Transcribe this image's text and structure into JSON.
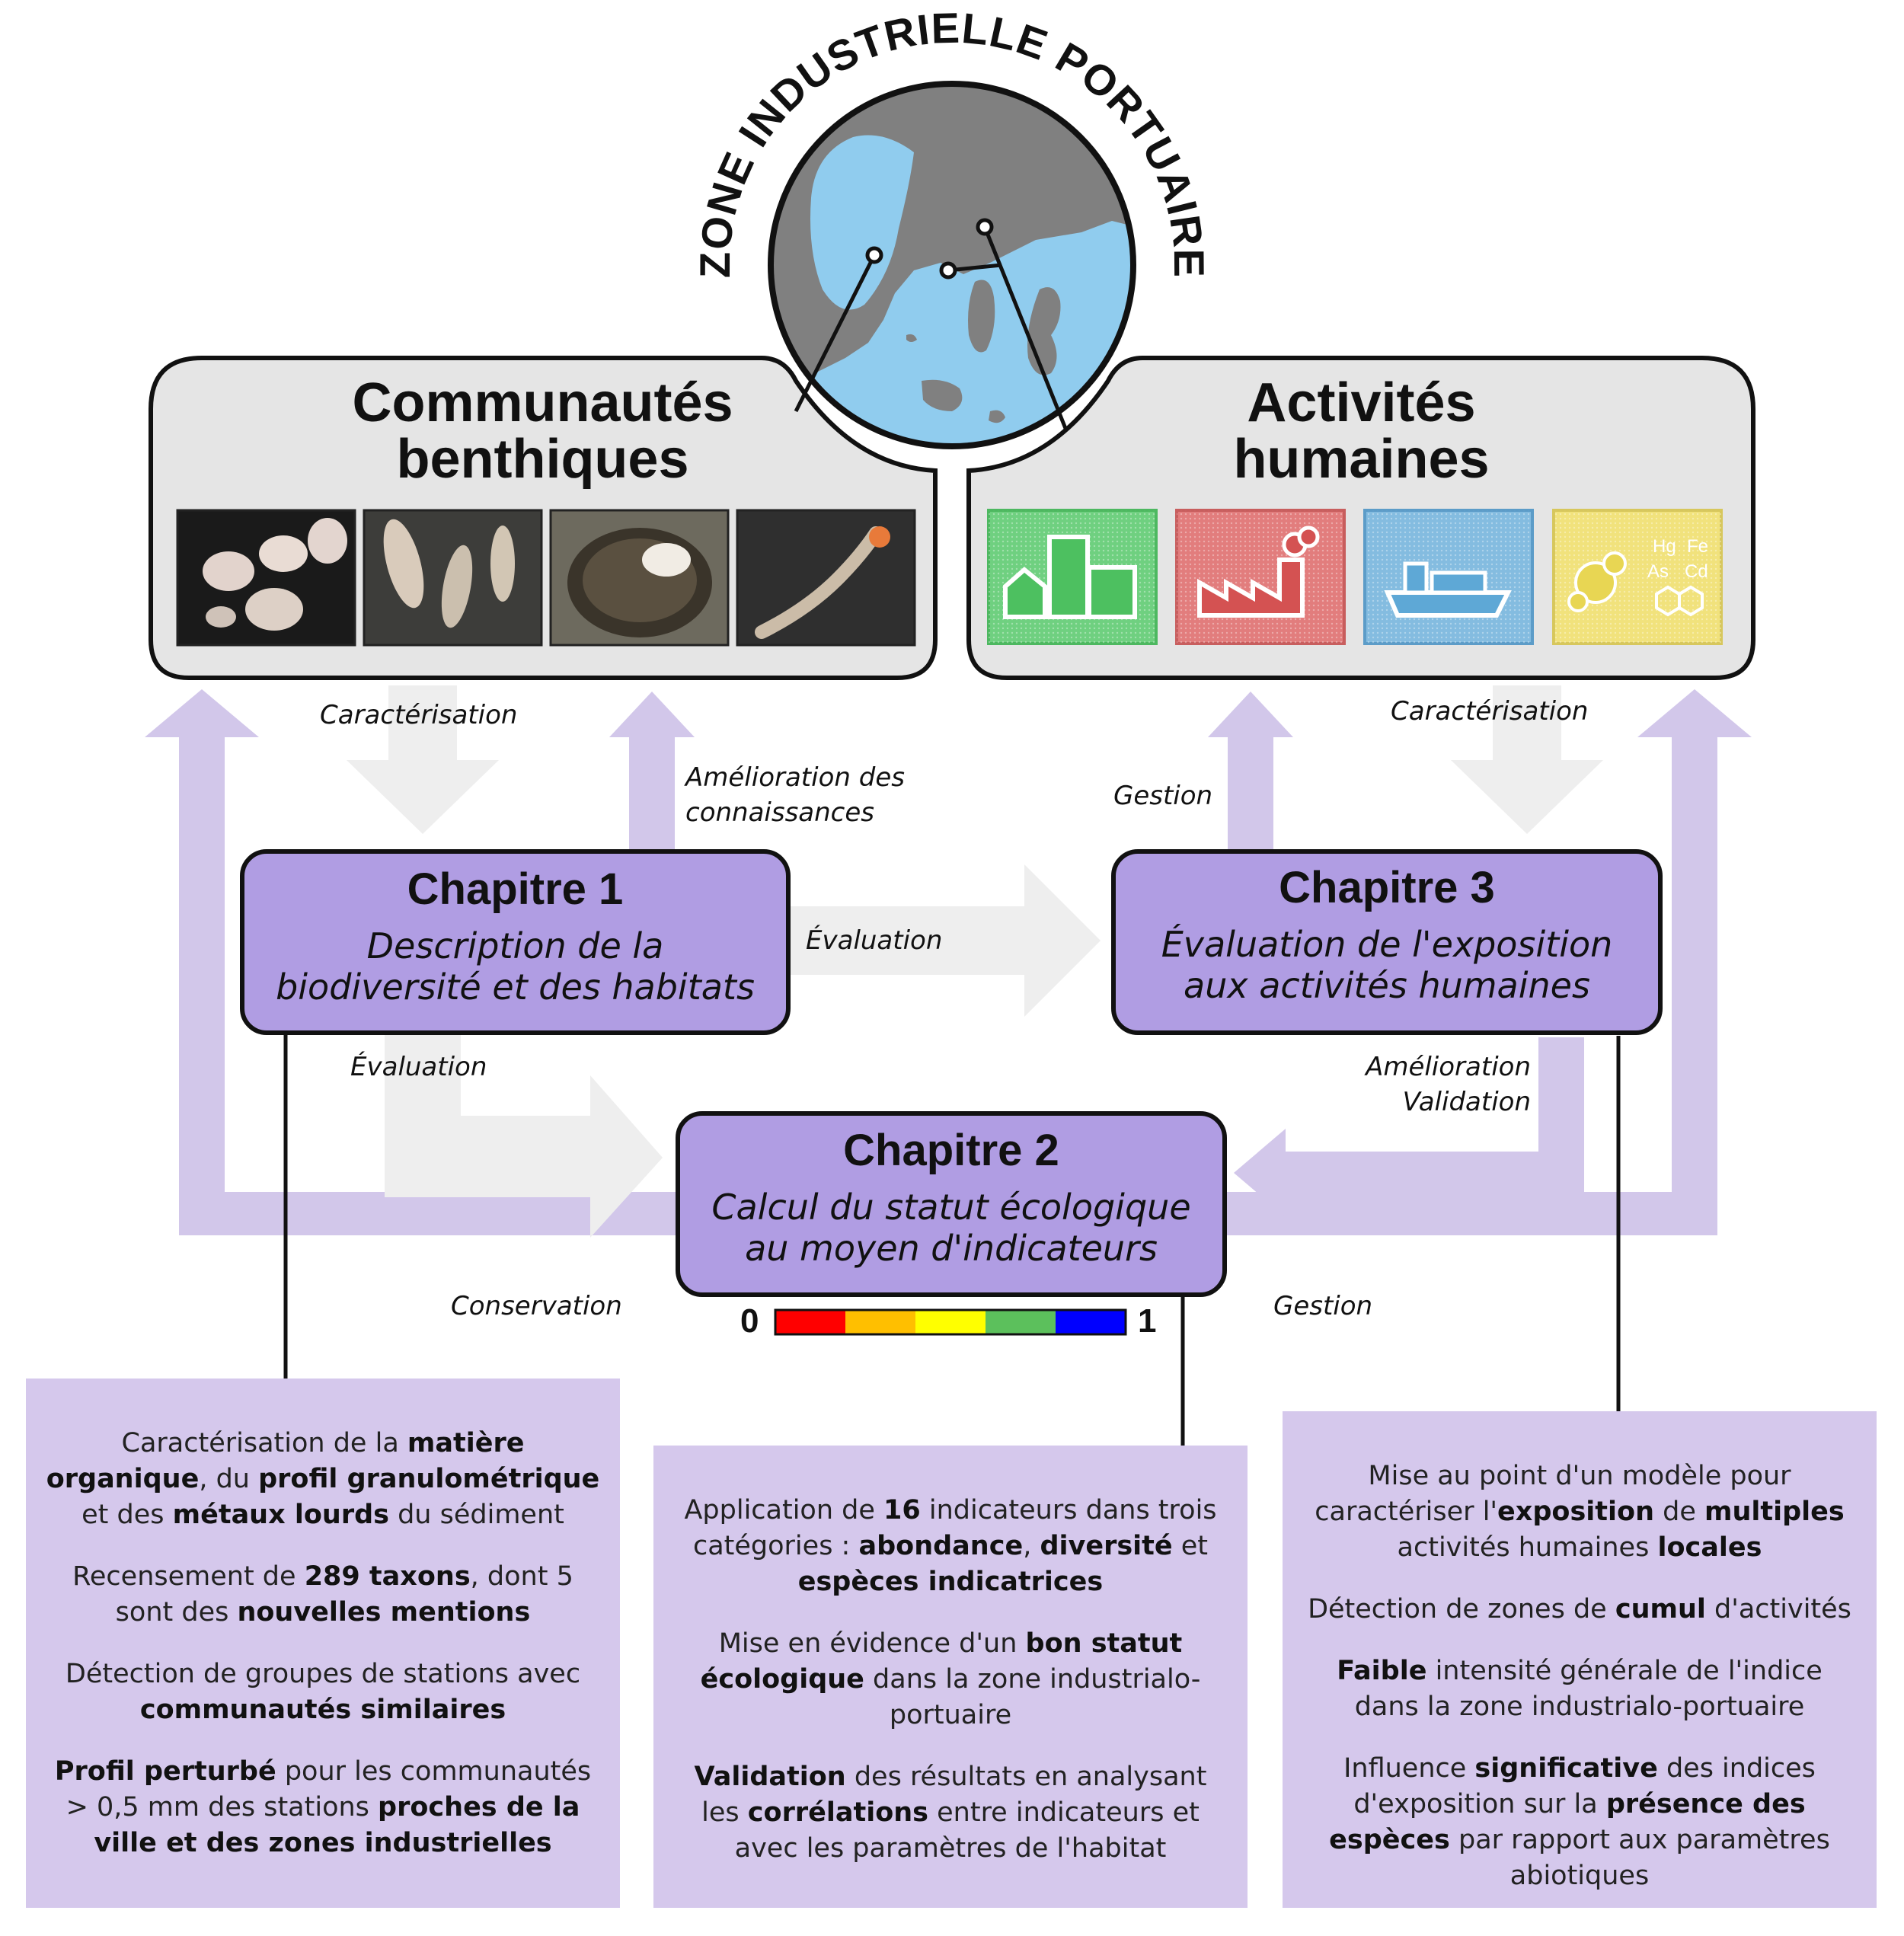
{
  "center_title": "ZONE INDUSTRIELLE PORTUAIRE",
  "panels": {
    "left": {
      "title_line1": "Communautés",
      "title_line2": "benthiques"
    },
    "right": {
      "title_line1": "Activités",
      "title_line2": "humaines"
    }
  },
  "right_icons": {
    "chem_hg": "Hg",
    "chem_fe": "Fe",
    "chem_as": "As",
    "chem_cd": "Cd"
  },
  "labels": {
    "caracterisation_left": "Caractérisation",
    "caracterisation_right": "Caractérisation",
    "amelioration_connaissances_1": "Amélioration des",
    "amelioration_connaissances_2": "connaissances",
    "gestion_top": "Gestion",
    "evaluation_mid": "Évaluation",
    "evaluation_left": "Évaluation",
    "amelioration_right": "Amélioration",
    "validation_right": "Validation",
    "conservation": "Conservation",
    "gestion_bottom": "Gestion"
  },
  "chapters": {
    "ch1": {
      "title": "Chapitre 1",
      "line1": "Description de la",
      "line2": "biodiversité et des habitats"
    },
    "ch2": {
      "title": "Chapitre 2",
      "line1": "Calcul du statut écologique",
      "line2": "au moyen d'indicateurs"
    },
    "ch3": {
      "title": "Chapitre 3",
      "line1": "Évaluation de l'exposition",
      "line2": "aux activités humaines"
    }
  },
  "scale": {
    "min": "0",
    "max": "1",
    "colors": [
      "#ff0000",
      "#ffbf00",
      "#ffff00",
      "#5cc05c",
      "#0000ff"
    ]
  },
  "boxes": {
    "left": [
      [
        [
          "Caractérisation de la ",
          false
        ],
        [
          "matière organique",
          true
        ],
        [
          ", du ",
          false
        ],
        [
          "profil granulométrique",
          true
        ],
        [
          " et des ",
          false
        ],
        [
          "métaux lourds",
          true
        ],
        [
          " du sédiment",
          false
        ]
      ],
      [
        [
          "Recensement de ",
          false
        ],
        [
          "289 taxons",
          true
        ],
        [
          ", dont 5 sont des ",
          false
        ],
        [
          "nouvelles mentions",
          true
        ]
      ],
      [
        [
          "Détection de groupes de stations avec ",
          false
        ],
        [
          "communautés similaires",
          true
        ]
      ],
      [
        [
          "Profil perturbé",
          true
        ],
        [
          " pour les communautés > 0,5 mm des stations ",
          false
        ],
        [
          "proches de la ville et des zones industrielles",
          true
        ]
      ]
    ],
    "middle": [
      [
        [
          "Application de ",
          false
        ],
        [
          "16",
          true
        ],
        [
          " indicateurs dans trois catégories : ",
          false
        ],
        [
          "abondance",
          true
        ],
        [
          ", ",
          false
        ],
        [
          "diversité",
          true
        ],
        [
          " et ",
          false
        ],
        [
          "espèces indicatrices",
          true
        ]
      ],
      [
        [
          "Mise en évidence d'un ",
          false
        ],
        [
          "bon statut écologique",
          true
        ],
        [
          " dans la zone industrialo-portuaire",
          false
        ]
      ],
      [
        [
          "Validation",
          true
        ],
        [
          " des résultats en analysant les ",
          false
        ],
        [
          "corrélations",
          true
        ],
        [
          " entre indicateurs et avec les paramètres de l'habitat",
          false
        ]
      ]
    ],
    "right": [
      [
        [
          "Mise au point d'un modèle pour caractériser l'",
          false
        ],
        [
          "exposition",
          true
        ],
        [
          " de ",
          false
        ],
        [
          "multiples",
          true
        ],
        [
          " activités humaines ",
          false
        ],
        [
          "locales",
          true
        ]
      ],
      [
        [
          "Détection de zones de ",
          false
        ],
        [
          "cumul",
          true
        ],
        [
          " d'activités",
          false
        ]
      ],
      [
        [
          "Faible",
          true
        ],
        [
          " intensité générale de l'indice dans la zone industrialo-portuaire",
          false
        ]
      ],
      [
        [
          "Influence ",
          false
        ],
        [
          "significative",
          true
        ],
        [
          " des indices d'exposition sur la ",
          false
        ],
        [
          "présence des espèces",
          true
        ],
        [
          " par rapport aux paramètres abiotiques",
          false
        ]
      ]
    ]
  },
  "colors": {
    "purple_box": "#b09de3",
    "lavender": "#d5c8ec",
    "grey_panel": "#e5e5e5",
    "grey_arrow": "#eeeeee",
    "map_water": "#90ccee",
    "map_land": "#808080"
  }
}
